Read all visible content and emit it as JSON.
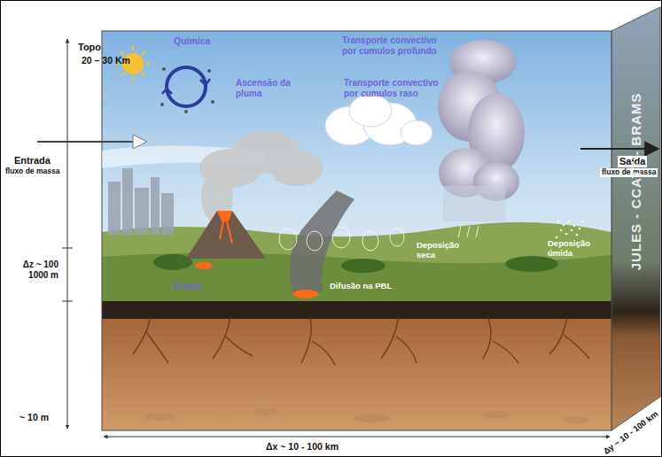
{
  "diagram": {
    "labels": [
      "Topo",
      "20 – 30 Km",
      "Química",
      "Transporte convectivo por cumulos profundo",
      "Ascensão da pluma",
      "Transporte convectivo por cumulos raso",
      "Entrada",
      "fluxo de massa",
      "Saída",
      "fluxo de massa",
      "Δz ~ 100 1000 m",
      "Fontes",
      "Difusão na PBL",
      "Deposição seca",
      "Deposição úmida",
      "~ 10 m",
      "JULES - CCATT - BRAMS",
      "Δx ~ 10 - 100 km",
      "Δy ~ 10 - 100 km"
    ]
  }
}
